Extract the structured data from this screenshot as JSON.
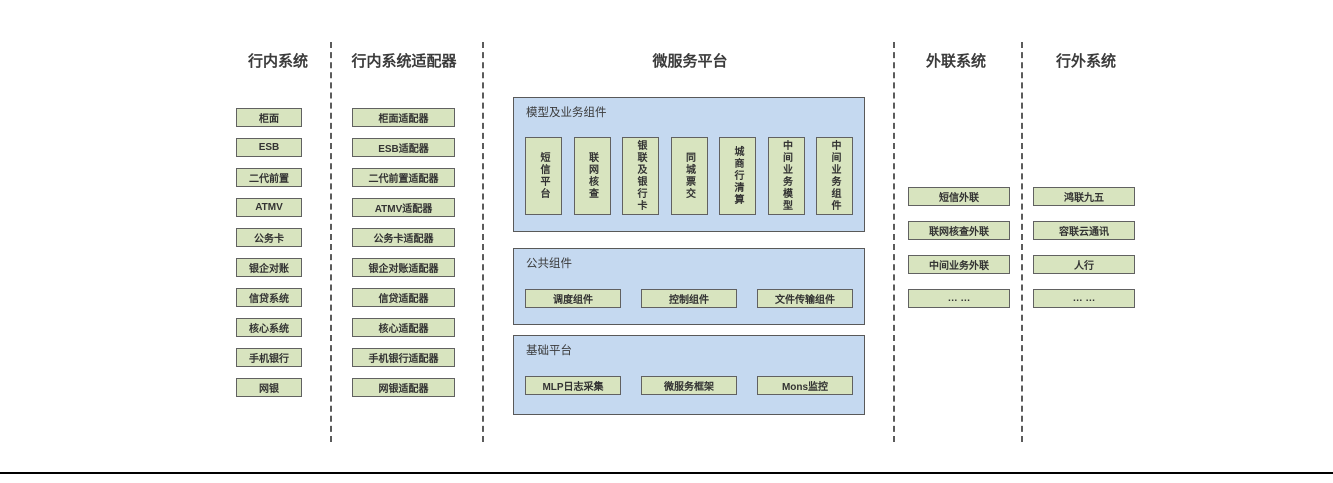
{
  "columns": [
    {
      "title": "行内系统",
      "items": [
        "柜面",
        "ESB",
        "二代前置",
        "ATMV",
        "公务卡",
        "银企对账",
        "信贷系统",
        "核心系统",
        "手机银行",
        "网银"
      ]
    },
    {
      "title": "行内系统适配器",
      "items": [
        "柜面适配器",
        "ESB适配器",
        "二代前置适配器",
        "ATMV适配器",
        "公务卡适配器",
        "银企对账适配器",
        "信贷适配器",
        "核心适配器",
        "手机银行适配器",
        "网银适配器"
      ]
    },
    {
      "title": "微服务平台",
      "panels": [
        {
          "title": "模型及业务组件",
          "items": [
            "短信平台",
            "联网核查",
            "银联及银行卡",
            "同城票交",
            "城商行清算",
            "中间业务模型",
            "中间业务组件"
          ]
        },
        {
          "title": "公共组件",
          "items": [
            "调度组件",
            "控制组件",
            "文件传输组件"
          ]
        },
        {
          "title": "基础平台",
          "items": [
            "MLP日志采集",
            "微服务框架",
            "Mons监控"
          ]
        }
      ]
    },
    {
      "title": "外联系统",
      "items": [
        "短信外联",
        "联网核查外联",
        "中间业务外联",
        "… …"
      ]
    },
    {
      "title": "行外系统",
      "items": [
        "鸿联九五",
        "容联云通讯",
        "人行",
        "… …"
      ]
    }
  ],
  "colors": {
    "box_green": "#d8e4bf",
    "panel_blue": "#c5d9f0",
    "border_gray": "#595959"
  }
}
